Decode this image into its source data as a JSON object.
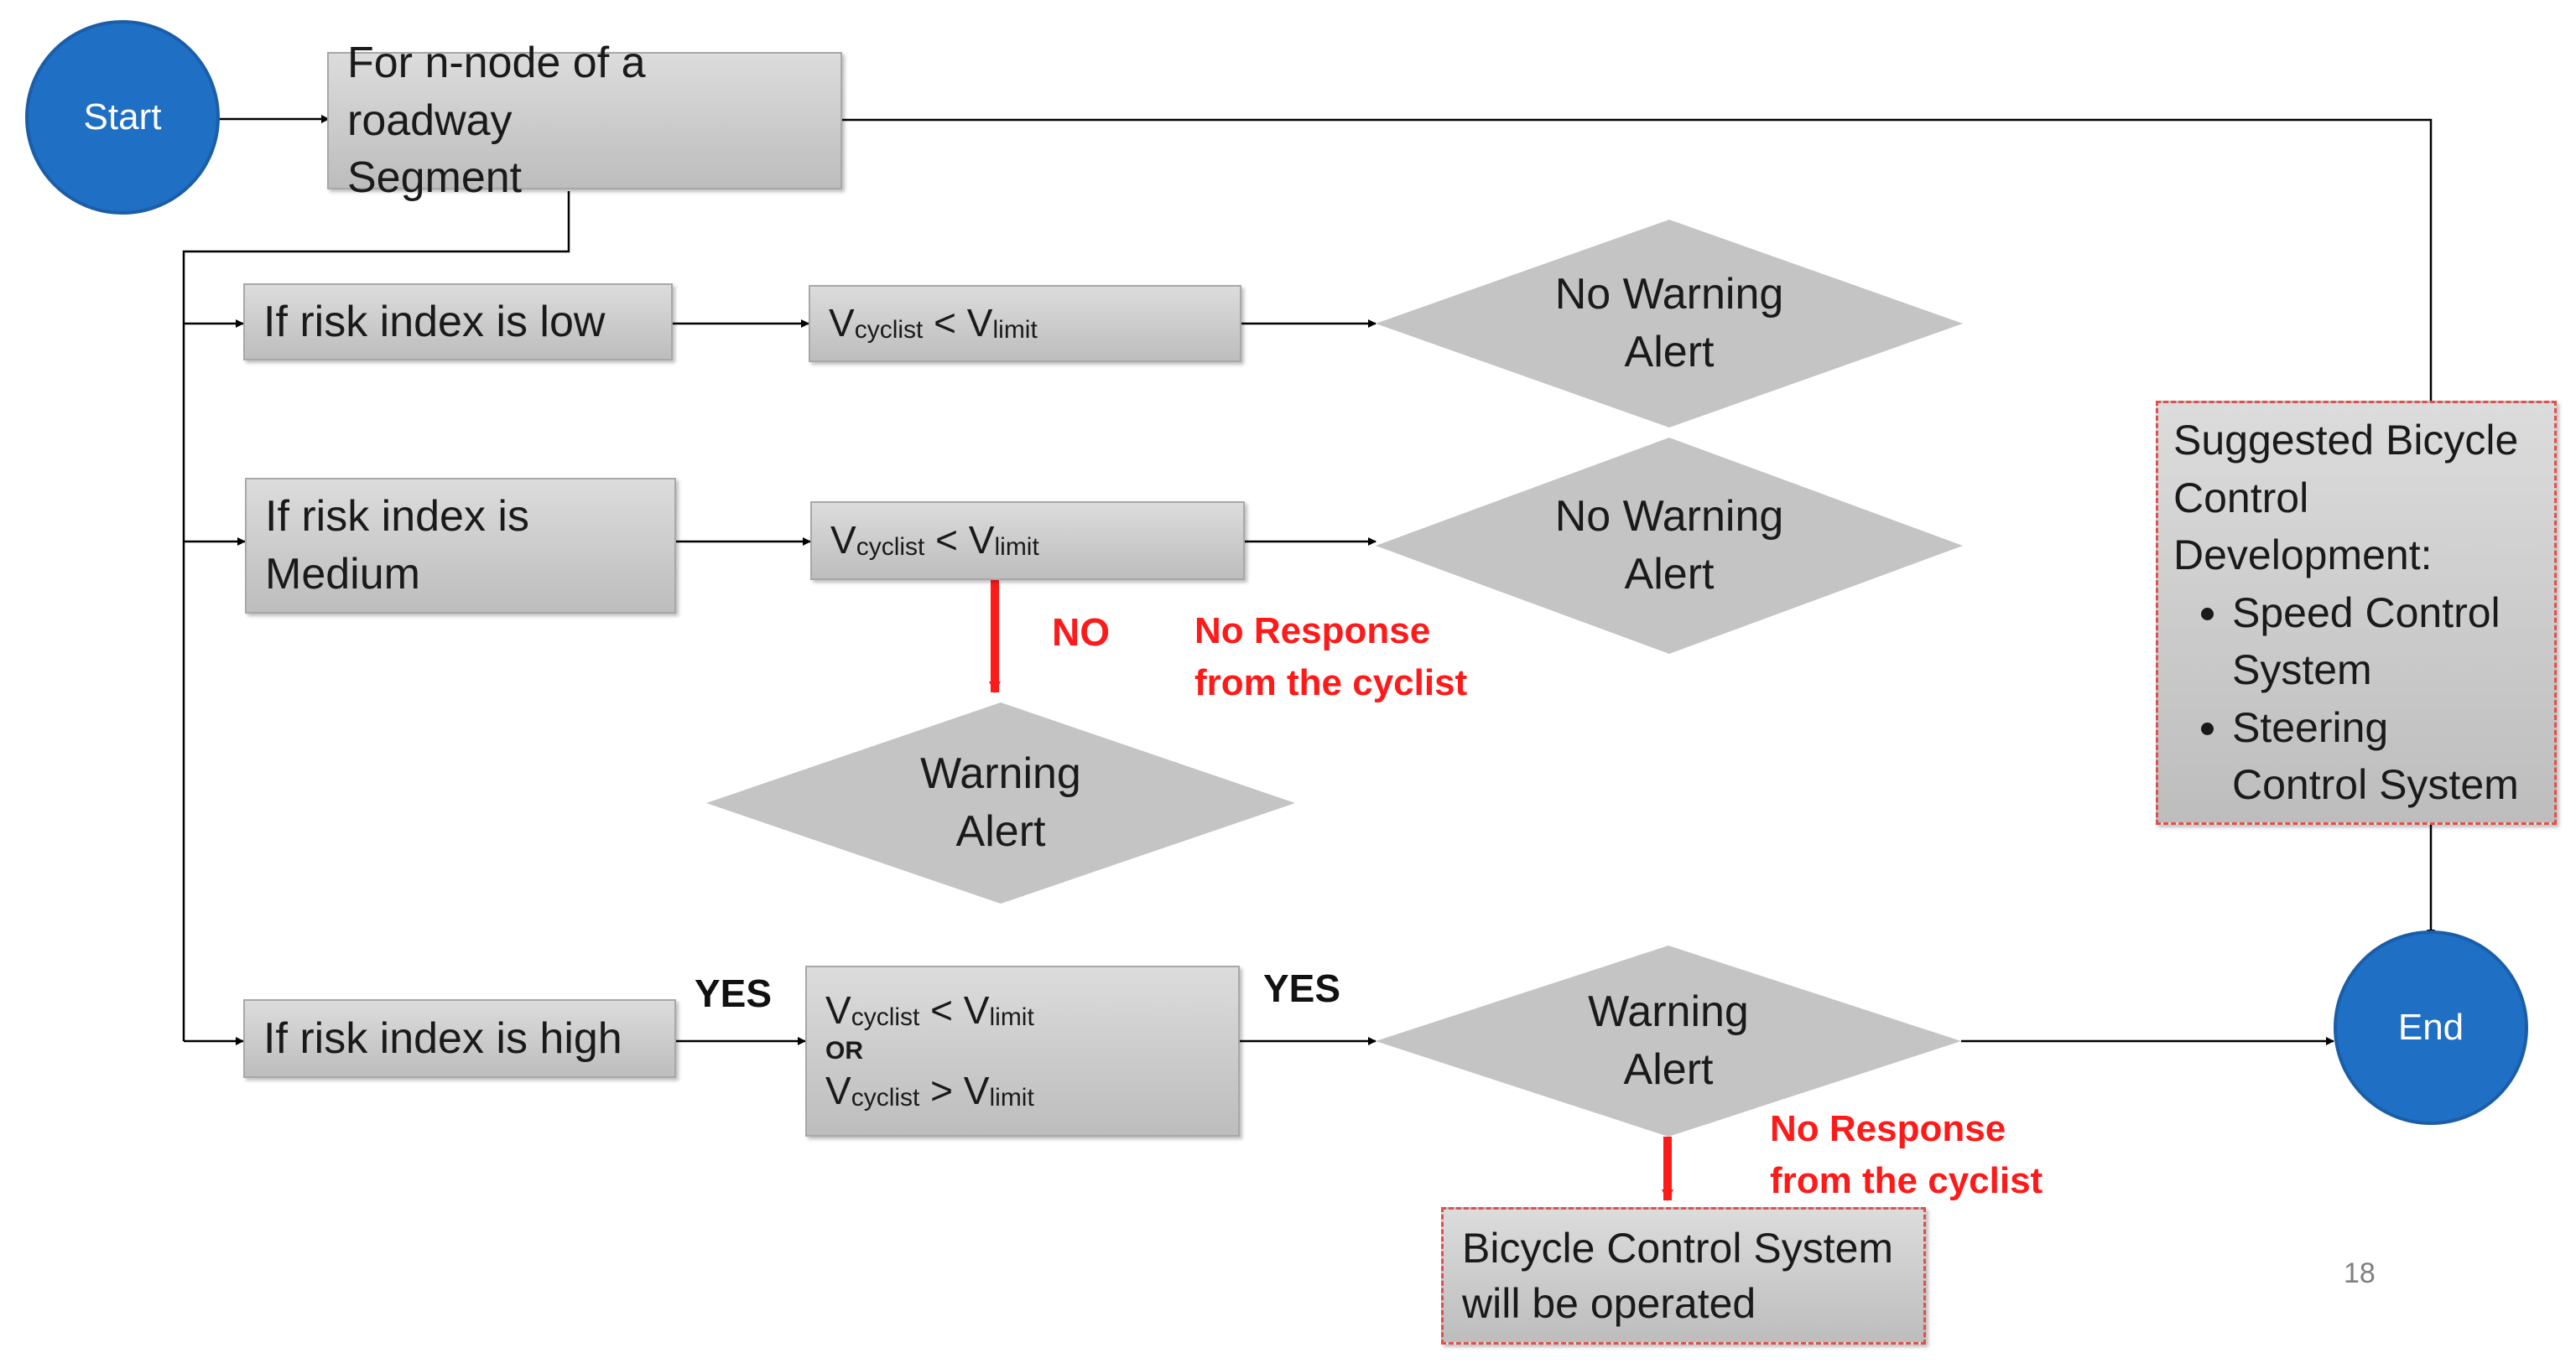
{
  "start": {
    "label": "Start"
  },
  "end": {
    "label": "End"
  },
  "segment": {
    "line1": "For n-node of a roadway",
    "line2": "Segment"
  },
  "risk_low": {
    "label": "If risk index is low"
  },
  "risk_medium": {
    "line1": "If risk index is",
    "line2": "Medium"
  },
  "risk_high": {
    "label": "If risk index is high"
  },
  "formula": {
    "v": "V",
    "cyclist": "cyclist",
    "limit": "limit",
    "lt": "<",
    "gt": ">",
    "or": "OR"
  },
  "no_warning": {
    "line1": "No Warning",
    "line2": "Alert"
  },
  "warning": {
    "line1": "Warning",
    "line2": "Alert"
  },
  "labels": {
    "no": "NO",
    "yes": "YES",
    "no_response_1": "No Response",
    "no_response_2": "from the cyclist"
  },
  "suggested": {
    "line1": "Suggested Bicycle",
    "line2": "Control",
    "line3": "Development:",
    "bullets": [
      {
        "line1": "Speed Control",
        "line2": "System"
      },
      {
        "line1": "Steering",
        "line2": "Control System"
      }
    ]
  },
  "control_system": {
    "line1": "Bicycle Control System",
    "line2": "will be operated"
  },
  "slide_number": "18",
  "colors": {
    "circle": "#1f6fc5",
    "box": "#c8c8c8",
    "alert_red": "#ff1a1a",
    "dash_red": "#e0504d"
  }
}
